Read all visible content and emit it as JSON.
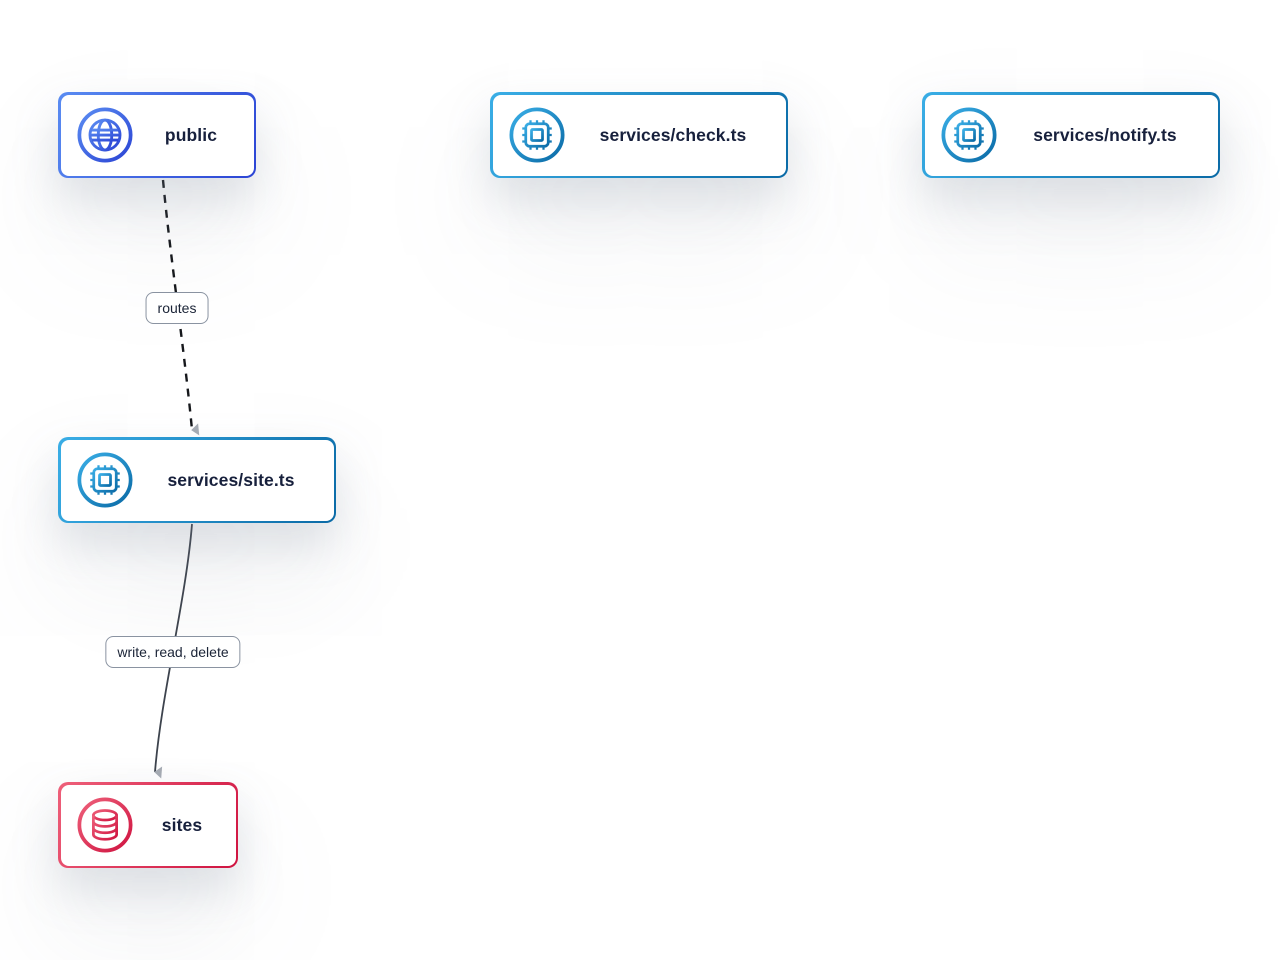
{
  "diagram": {
    "title": "service-flow-diagram",
    "colors": {
      "background": "#ffffff",
      "gateway_gradient_start": "#5a8cf2",
      "gateway_gradient_end": "#2b44d4",
      "service_gradient_start": "#3aaee6",
      "service_gradient_end": "#0a6aa6",
      "database_gradient_start": "#ee607a",
      "database_gradient_end": "#cf1340",
      "node_text": "#17203c",
      "edge_dashed": "#16181c",
      "edge_solid": "#3d434d",
      "arrowhead": "#a7adb5",
      "edge_label_border": "#8a93a1"
    },
    "nodes": [
      {
        "id": "public",
        "label": "public",
        "icon": "globe-icon",
        "kind": "gateway"
      },
      {
        "id": "services-check",
        "label": "services/check.ts",
        "icon": "chip-icon",
        "kind": "service"
      },
      {
        "id": "services-notify",
        "label": "services/notify.ts",
        "icon": "chip-icon",
        "kind": "service"
      },
      {
        "id": "services-site",
        "label": "services/site.ts",
        "icon": "chip-icon",
        "kind": "service"
      },
      {
        "id": "sites",
        "label": "sites",
        "icon": "database-icon",
        "kind": "database"
      }
    ],
    "edges": [
      {
        "from": "public",
        "to": "services-site",
        "label": "routes",
        "style": "dashed"
      },
      {
        "from": "services-site",
        "to": "sites",
        "label": "write, read, delete",
        "style": "solid"
      }
    ]
  }
}
